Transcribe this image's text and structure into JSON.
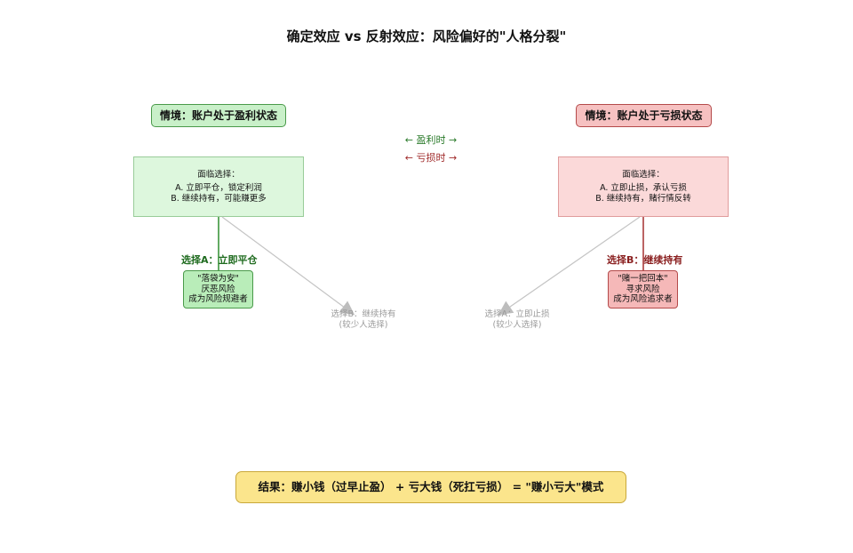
{
  "title": "确定效应 vs 反射效应：风险偏好的\"人格分裂\"",
  "legend": {
    "gain": "← 盈利时 →",
    "loss": "← 亏损时 →"
  },
  "left": {
    "context": "情境：账户处于盈利状态",
    "box": {
      "head": "面临选择：",
      "option_a": "A. 立即平仓，锁定利润",
      "option_b": "B. 继续持有，可能赚更多"
    },
    "selected_label": "选择A：立即平仓",
    "result": [
      "\"落袋为安\"",
      "厌恶风险",
      "成为风险规避者"
    ],
    "alternative": [
      "选择B：继续持有",
      "(较少人选择)"
    ]
  },
  "right": {
    "context": "情境：账户处于亏损状态",
    "box": {
      "head": "面临选择：",
      "option_a": "A. 立即止损，承认亏损",
      "option_b": "B. 继续持有，赌行情反转"
    },
    "selected_label": "选择B：继续持有",
    "result": [
      "\"赌一把回本\"",
      "寻求风险",
      "成为风险追求者"
    ],
    "alternative": [
      "选择A：立即止损",
      "(较少人选择)"
    ]
  },
  "summary": "结果：赚小钱（过早止盈） + 亏大钱（死扛亏损） = \"赚小亏大\"模式",
  "colors": {
    "gain_fill": "#ddf7dd",
    "gain_accent": "#2a7a2a",
    "loss_fill": "#fbd9d9",
    "loss_accent": "#a02a2a",
    "summary_fill": "#fbe58c",
    "muted": "#9a9a9a"
  }
}
